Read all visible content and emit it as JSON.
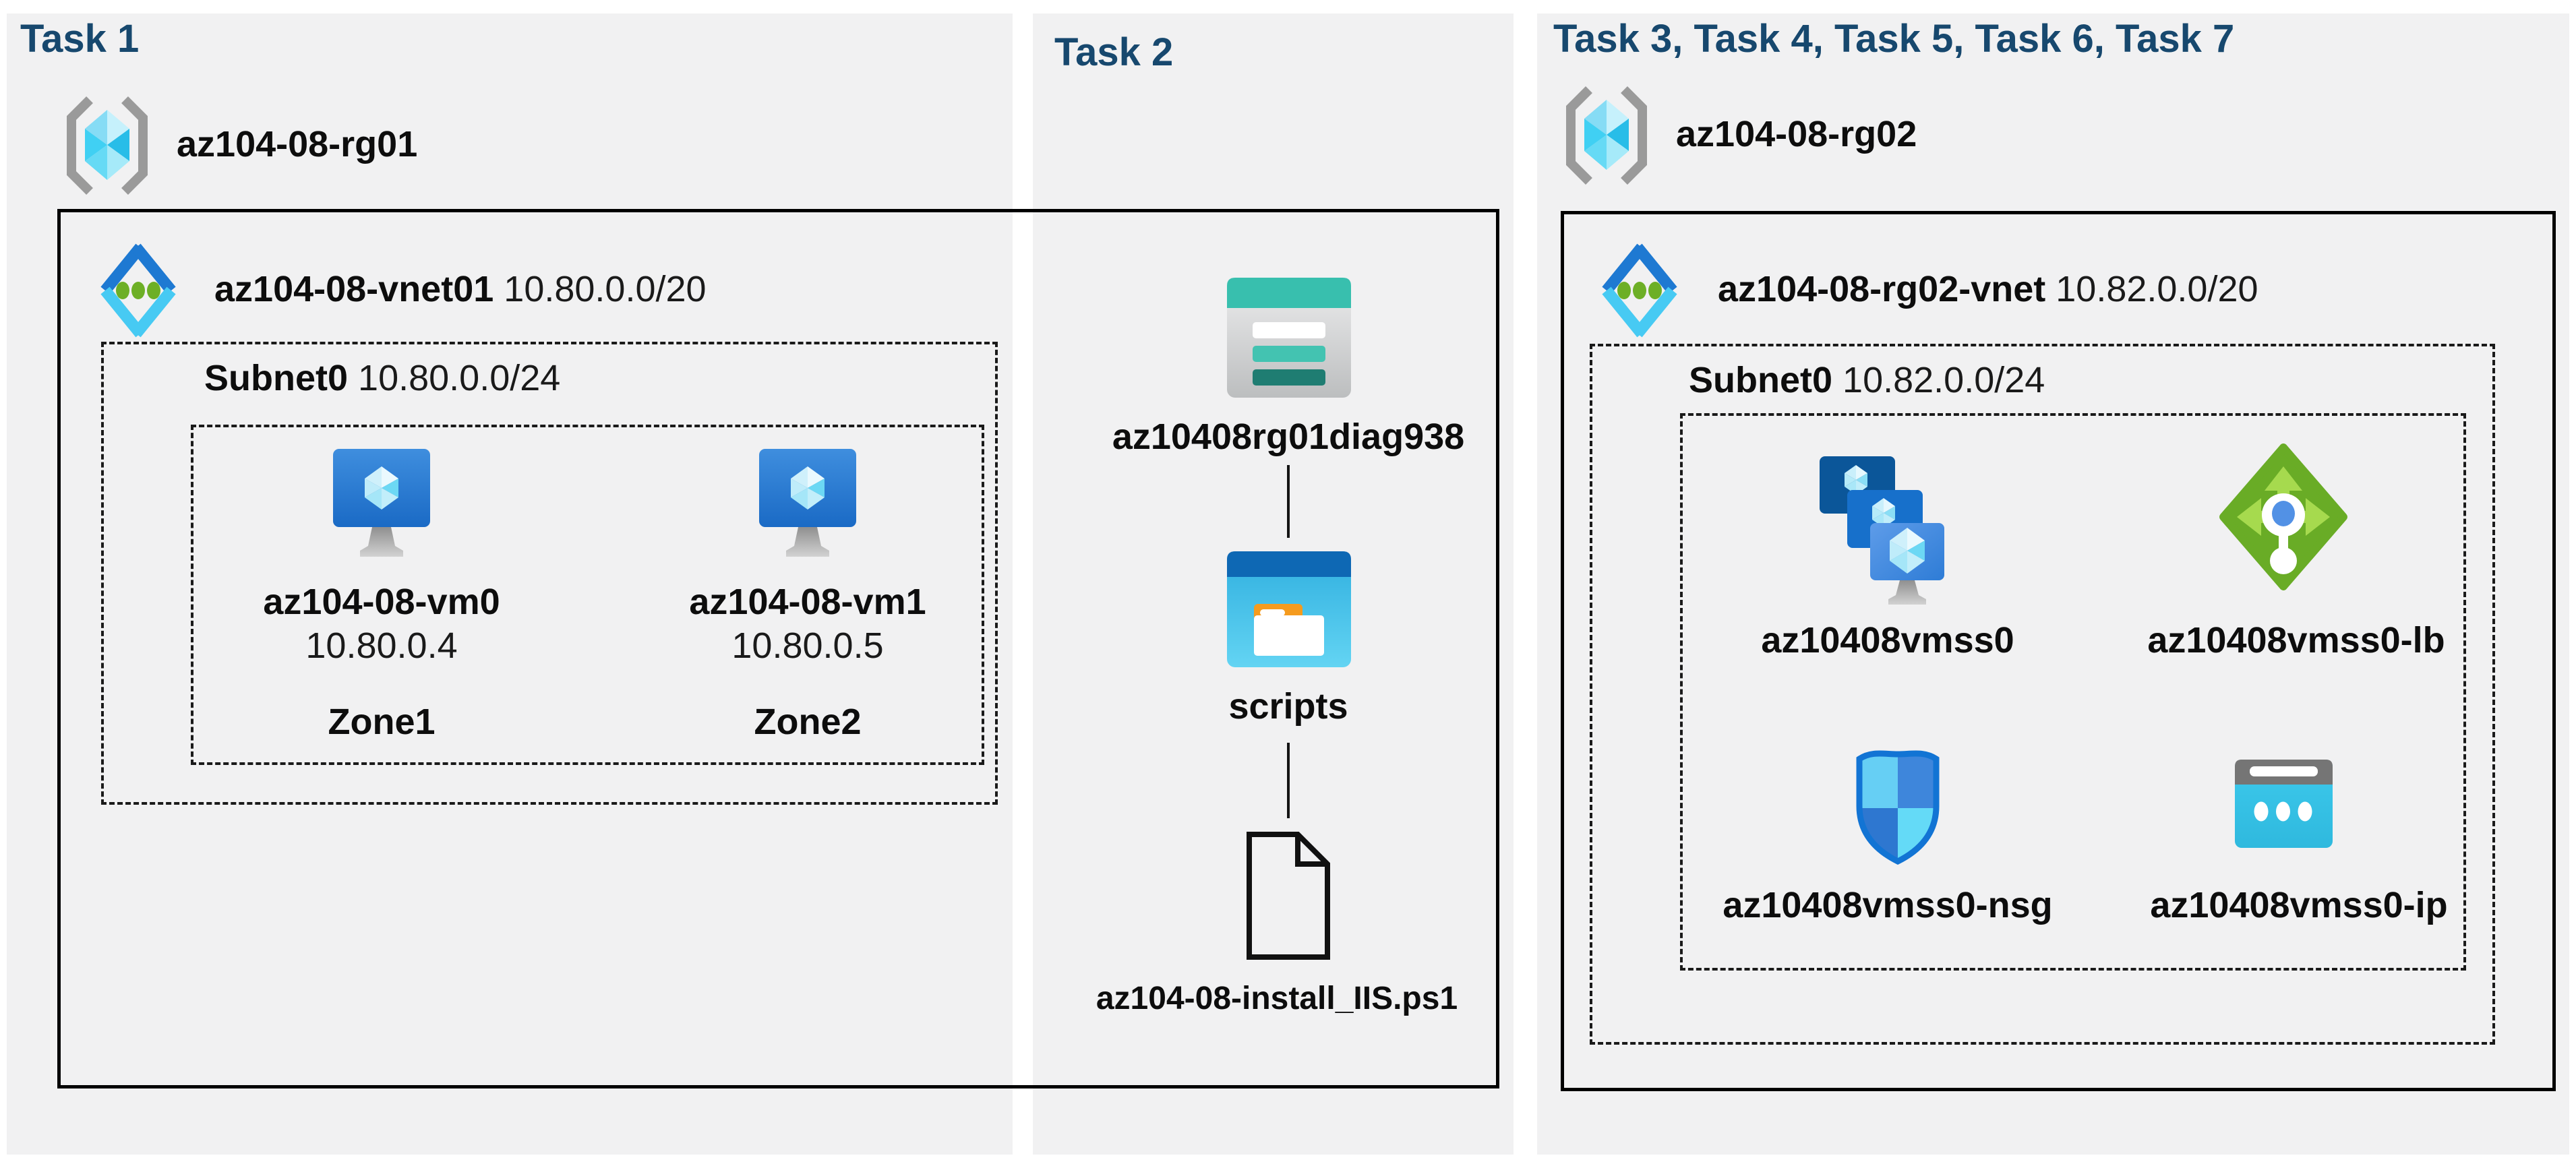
{
  "task1": {
    "header": "Task 1",
    "resource_group": "az104-08-rg01",
    "vnet": {
      "name": "az104-08-vnet01",
      "cidr": "10.80.0.0/20"
    },
    "subnet": {
      "name": "Subnet0",
      "cidr": "10.80.0.0/24"
    },
    "vms": [
      {
        "name": "az104-08-vm0",
        "ip": "10.80.0.4",
        "zone": "Zone1"
      },
      {
        "name": "az104-08-vm1",
        "ip": "10.80.0.5",
        "zone": "Zone2"
      }
    ]
  },
  "task2": {
    "header": "Task 2",
    "storage_account": "az10408rg01diag938",
    "container": "scripts",
    "script_file": "az104-08-install_IIS.ps1"
  },
  "task3": {
    "header": "Task 3, Task 4, Task 5, Task 6, Task 7",
    "resource_group": "az104-08-rg02",
    "vnet": {
      "name": "az104-08-rg02-vnet",
      "cidr": "10.82.0.0/20"
    },
    "subnet": {
      "name": "Subnet0",
      "cidr": "10.82.0.0/24"
    },
    "resources": [
      {
        "name": "az10408vmss0",
        "type": "vm-scale-set"
      },
      {
        "name": "az10408vmss0-lb",
        "type": "load-balancer"
      },
      {
        "name": "az10408vmss0-nsg",
        "type": "network-security-group"
      },
      {
        "name": "az10408vmss0-ip",
        "type": "public-ip"
      }
    ]
  },
  "colors": {
    "heading_navy": "#17486e",
    "panel_gray": "#f1f1f2",
    "azure_blue": "#1e79d2",
    "azure_cyan": "#47caf3",
    "vnet_dot_green": "#6daf26",
    "storage_teal": "#38bfae",
    "lb_green": "#69ac26",
    "nsg_border_blue": "#1274d4",
    "ip_cyan": "#36c4e8"
  }
}
